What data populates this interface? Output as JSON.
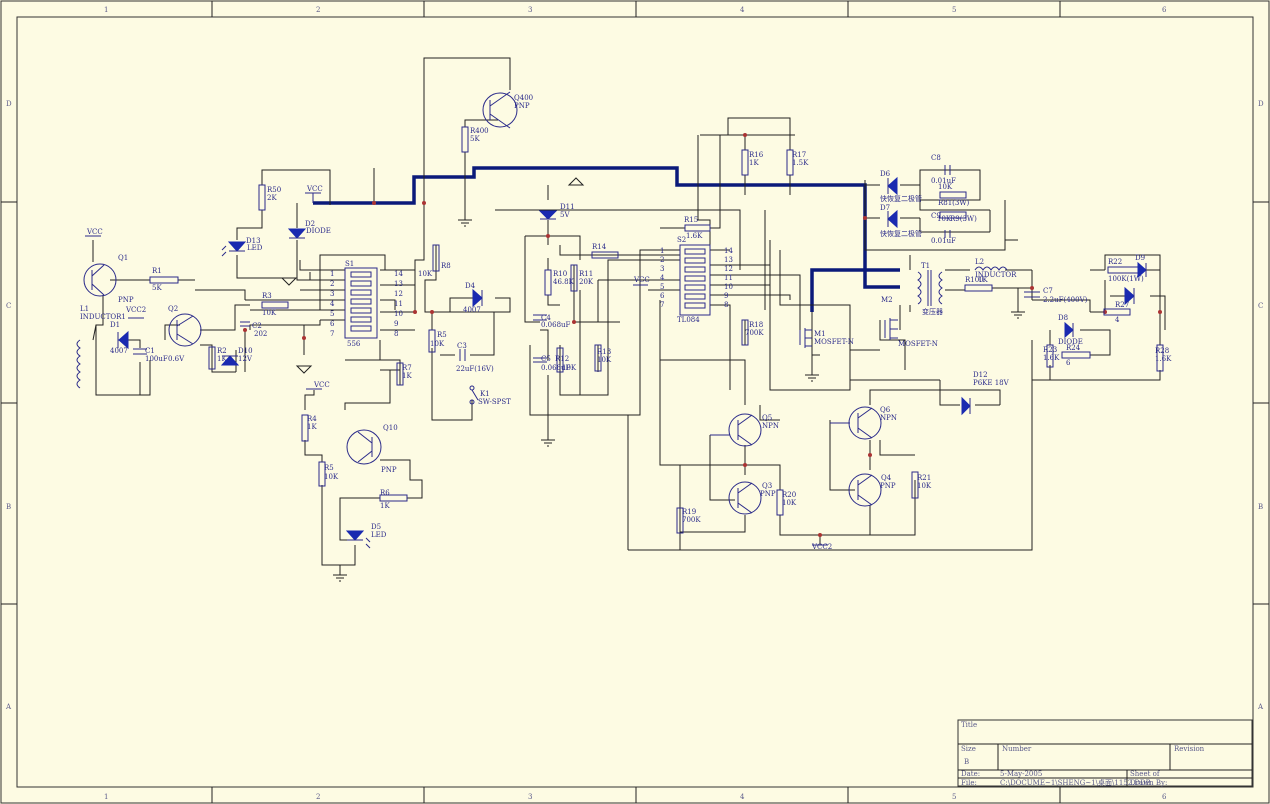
{
  "frame": {
    "col_labels": [
      "1",
      "2",
      "3",
      "4",
      "5",
      "6"
    ],
    "row_labels": [
      "D",
      "C",
      "B",
      "A"
    ]
  },
  "title_block": {
    "title_label": "Title",
    "size_label": "Size",
    "size_value": "B",
    "number_label": "Number",
    "revision_label": "Revision",
    "date_label": "Date:",
    "date_value": "5-May-2005",
    "sheet_label": "Sheet   of",
    "file_label": "File:",
    "file_value": "C:\\DOCUME~1\\SHENG~1\\桌面\\1152.DDB",
    "drawn_label": "Drawn By:"
  },
  "components": {
    "q400": "Q400",
    "q400_type": "PNP",
    "r400": "R400",
    "r400_val": "5K",
    "r50": "R50",
    "r50_val": "2K",
    "vcc_a": "VCC",
    "vcc_b": "VCC",
    "vcc_c": "VCC",
    "vcc_d": "VCC",
    "vcc2_a": "VCC2",
    "vcc2_b": "VCC2",
    "d2": "D2",
    "d2_val": "DIODE",
    "d13": "D13",
    "d13_val": "LED",
    "q1": "Q1",
    "q1_type": "PNP",
    "r1": "R1",
    "r1_val": "5K",
    "l1": "L1",
    "l1_val": "INDUCTOR1",
    "d1": "D1",
    "d1_val": "4007",
    "c1": "C1",
    "c1_val": "100uF",
    "q2": "Q2",
    "q2_val": "0.6V",
    "r2": "R2",
    "r2_val": "1K",
    "d10": "D10",
    "d10_val": "12V",
    "r3": "R3",
    "r3_val": "10K",
    "c2": "C2",
    "c2_val": "202",
    "s1": "S1",
    "s1_val": "556",
    "s1_pins_left": [
      "1",
      "2",
      "3",
      "4",
      "5",
      "6",
      "7"
    ],
    "s1_pins_right": [
      "14",
      "13",
      "12",
      "11",
      "10",
      "9",
      "8"
    ],
    "r8": "R8",
    "r8_val": "10K",
    "r5": "R5",
    "r5_val": "10K",
    "d4": "D4",
    "d4_val": "4007",
    "c3": "C3",
    "c3_val": "22uF(16V)",
    "k1": "K1",
    "k1_val": "SW-SPST",
    "r7": "R7",
    "r7_val": "1K",
    "r4": "R4",
    "r4_val": "1K",
    "q10": "Q10",
    "q10_type": "PNP",
    "r5b": "R5",
    "r5b_val": "10K",
    "r6": "R6",
    "r6_val": "1K",
    "d5": "D5",
    "d5_val": "LED",
    "d11": "D11",
    "d11_val": "5V",
    "r14": "R14",
    "r10": "R10",
    "r10_val": "46.8K",
    "r11": "R11",
    "r11_val": "20K",
    "c4": "C4",
    "c4_val": "0.068uF",
    "c5": "C5",
    "c5_val": "0.068uF",
    "r12": "R12",
    "r12_val": "10K",
    "r13": "R13",
    "r13_val": "10K",
    "r15": "R15",
    "r15_val": "1.6K",
    "s2": "S2",
    "s2_val": "TL084",
    "s2_pins_left": [
      "1",
      "2",
      "3",
      "4",
      "5",
      "6",
      "7"
    ],
    "s2_pins_right": [
      "14",
      "13",
      "12",
      "11",
      "10",
      "9",
      "8"
    ],
    "r16": "R16",
    "r16_val": "1K",
    "r17": "R17",
    "r17_val": "1.5K",
    "r18": "R18",
    "r18_val": "700K",
    "m1": "M1",
    "m1_val": "MOSFET-N",
    "m2": "M2",
    "m2_val": "MOSFET-N",
    "q5": "Q5",
    "q5_type": "NPN",
    "q3": "Q3",
    "q3_type": "PNP",
    "q6": "Q6",
    "q6_type": "NPN",
    "q4": "Q4",
    "q4_type": "PNP",
    "r19": "R19",
    "r19_val": "700K",
    "r20": "R20",
    "r20_val": "10K",
    "r21": "R21",
    "r21_val": "10K",
    "d6": "D6",
    "d6_val": "快恢复二极管",
    "d7": "D7",
    "d7_val": "快恢复二极管",
    "c8": "C8",
    "c8_val": "0.01uF",
    "r81": "R81(3W)",
    "r81_val": "10K",
    "c9": "C9",
    "c9_val": "0.01uF",
    "r9": "R9(3W)",
    "r9_val": "10K",
    "t1": "T1",
    "t1_val": "变压器",
    "l2": "L2",
    "l2_val": "INDUCTOR",
    "r100": "R100",
    "r100_val": "1K",
    "c7": "C7",
    "c7_val": "2.2uF(400V)",
    "r22": "R22",
    "r22_val": "100K(1W)",
    "d9": "D9",
    "r27": "R27",
    "r27_val": "4",
    "d8": "D8",
    "d8_val": "DIODE",
    "r23": "R23",
    "r23_val": "1.6K",
    "r24": "R24",
    "r24_val": "6",
    "r28": "R28",
    "r28_val": "1.6K",
    "d12": "D12",
    "d12_val": "P6KE 18V"
  }
}
